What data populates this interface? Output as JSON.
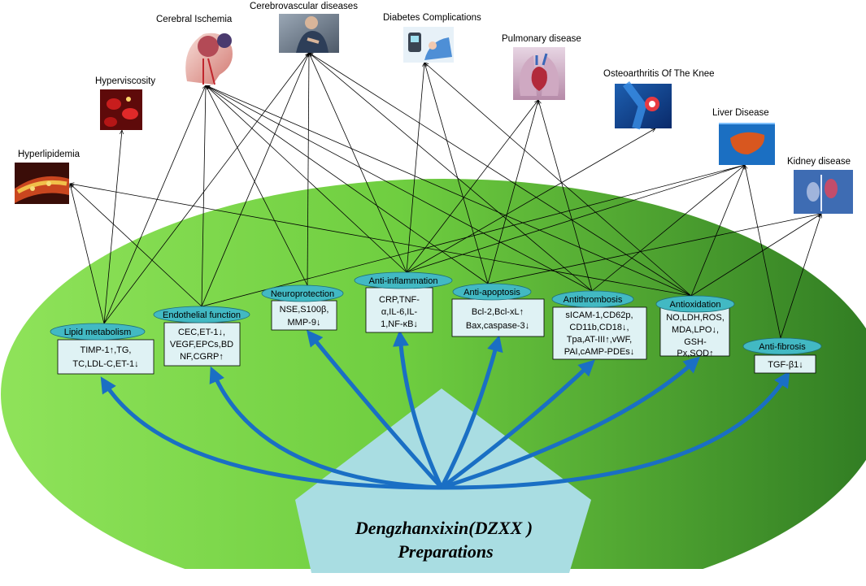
{
  "colors": {
    "green_light": "#8fe35a",
    "green_dark": "#2f7a22",
    "pentagon": "#a9dde2",
    "pill": "#42b9c3",
    "box_fill": "#dff2f4",
    "arrow_blue": "#1a6fc4"
  },
  "diseases": [
    {
      "id": "hyperlipidemia",
      "label": "Hyperlipidemia",
      "icon": "artery-plaque-image"
    },
    {
      "id": "hyperviscosity",
      "label": "Hyperviscosity",
      "icon": "blood-cells-image"
    },
    {
      "id": "cerebral-ischemia",
      "label": "Cerebral Ischemia",
      "icon": "brain-head-image"
    },
    {
      "id": "cerebrovascular",
      "label": "Cerebrovascular diseases",
      "icon": "chest-pain-man-image"
    },
    {
      "id": "diabetes",
      "label": "Diabetes Complications",
      "icon": "glucose-meter-image"
    },
    {
      "id": "pulmonary",
      "label": "Pulmonary disease",
      "icon": "lungs-heart-image"
    },
    {
      "id": "osteoarthritis",
      "label": "Osteoarthritis Of The Knee",
      "icon": "knee-joint-image"
    },
    {
      "id": "liver",
      "label": "Liver Disease",
      "icon": "liver-torso-image"
    },
    {
      "id": "kidney",
      "label": "Kidney disease",
      "icon": "kidney-torso-image"
    }
  ],
  "mechanisms": [
    {
      "id": "lipid",
      "label": "Lipid metabolism",
      "lines": [
        "TIMP-1↑,TG,",
        "TC,LDL-C,ET-1↓"
      ]
    },
    {
      "id": "endothelial",
      "label": "Endothelial function",
      "lines": [
        "CEC,ET-1↓,",
        "VEGF,EPCs,BD",
        "NF,CGRP↑"
      ]
    },
    {
      "id": "neuro",
      "label": "Neuroprotection",
      "lines": [
        "NSE,S100β,",
        "MMP-9↓"
      ]
    },
    {
      "id": "inflam",
      "label": "Anti-inflammation",
      "lines": [
        "CRP,TNF-",
        "α,IL-6,IL-",
        "1,NF-κB↓"
      ]
    },
    {
      "id": "apoptosis",
      "label": "Anti-apoptosis",
      "lines": [
        "Bcl-2,Bcl-xL↑",
        "Bax,caspase-3↓"
      ]
    },
    {
      "id": "thrombosis",
      "label": "Antithrombosis",
      "lines": [
        "sICAM-1,CD62p,",
        "CD11b,CD18↓,",
        "Tpa,AT-III↑,vWF,",
        "PAI,cAMP-PDEs↓"
      ]
    },
    {
      "id": "antiox",
      "label": "Antioxidation",
      "lines": [
        "NO,LDH,ROS,",
        "MDA,LPO↓,",
        "GSH-",
        "Px,SOD↑"
      ]
    },
    {
      "id": "fibrosis",
      "label": "Anti-fibrosis",
      "lines": [
        "TGF-β1↓"
      ]
    }
  ],
  "center": {
    "line1": "Dengzhanxixin(DZXX )",
    "line2": "Preparations"
  }
}
